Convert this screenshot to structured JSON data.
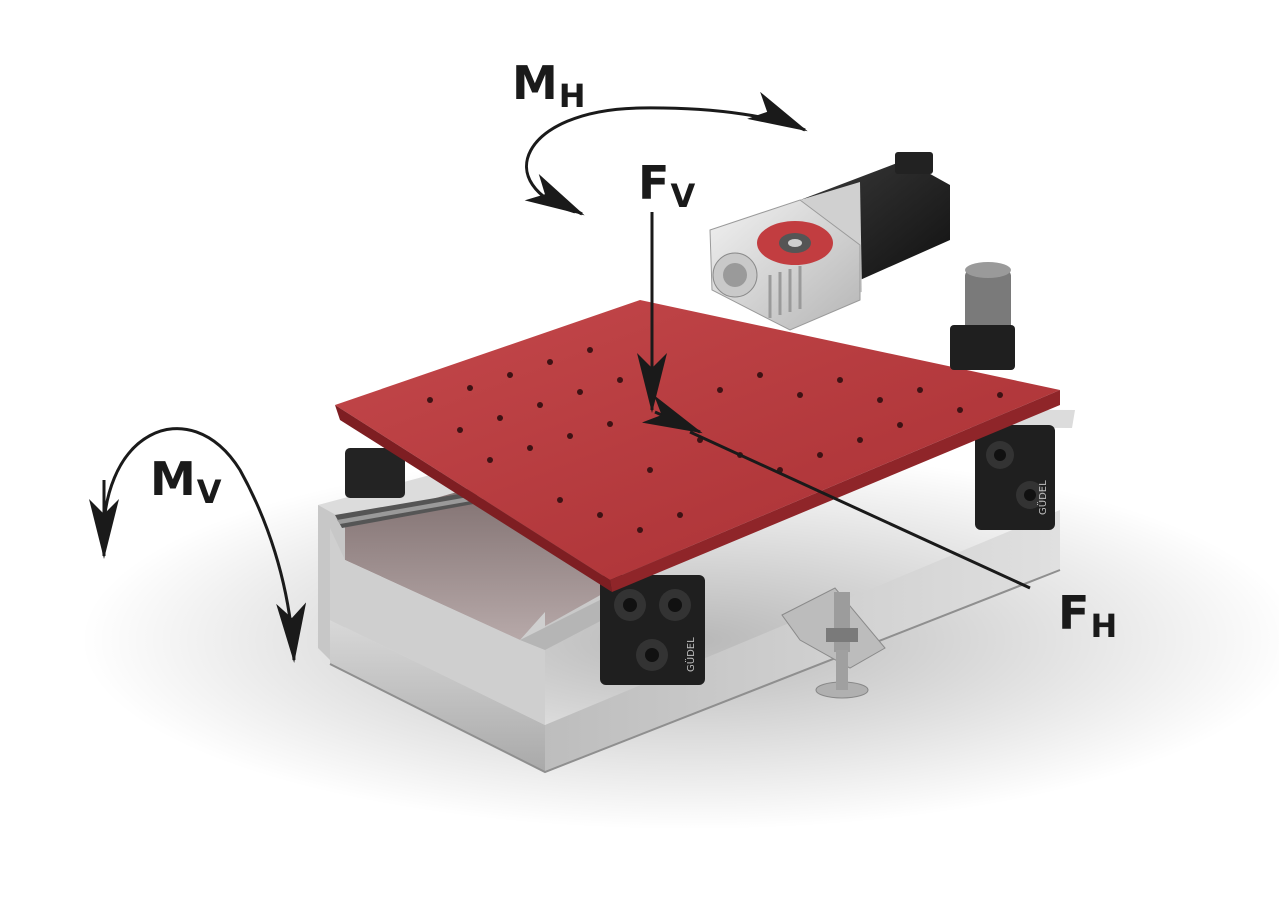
{
  "labels": {
    "moment_horizontal": {
      "main": "M",
      "sub": "H"
    },
    "force_vertical": {
      "main": "F",
      "sub": "V"
    },
    "moment_vertical": {
      "main": "M",
      "sub": "V"
    },
    "force_horizontal": {
      "main": "F",
      "sub": "H"
    }
  },
  "product": {
    "brand_marking": "GÜDEL"
  },
  "colors": {
    "table_red": "#b8363a",
    "table_red_dark": "#7e1e22",
    "housing_grey": "#c9c9c9",
    "housing_dark": "#8f8f8f",
    "motor_black": "#1c1c1c",
    "gearbox_silver": "#d9d9d9",
    "arrow": "#1a1a1a"
  },
  "icons": [
    "curved-arrow-icon",
    "straight-arrow-icon"
  ]
}
